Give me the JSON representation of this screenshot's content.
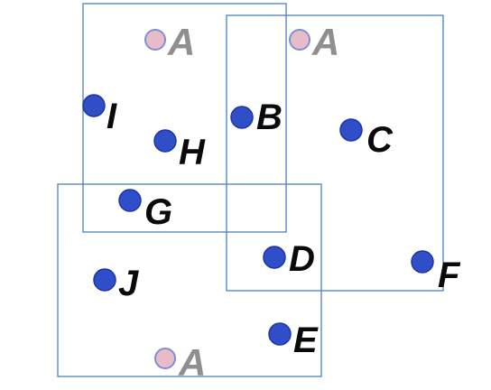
{
  "colors": {
    "box_stroke": "#4a7fc4",
    "point_fill": "#2f4ec8",
    "point_ring": "#1f36a3",
    "ghost_fill": "#e7bcc6",
    "ghost_ring": "#7d8fd8",
    "label": "#0a0a0a",
    "ghost_label": "#8f8f8f"
  },
  "points": [
    {
      "id": "I",
      "label": "I"
    },
    {
      "id": "H",
      "label": "H"
    },
    {
      "id": "B",
      "label": "B"
    },
    {
      "id": "C",
      "label": "C"
    },
    {
      "id": "G",
      "label": "G"
    },
    {
      "id": "D",
      "label": "D"
    },
    {
      "id": "F",
      "label": "F"
    },
    {
      "id": "J",
      "label": "J"
    },
    {
      "id": "E",
      "label": "E"
    }
  ],
  "ghost_points": [
    {
      "id": "A1",
      "label": "A"
    },
    {
      "id": "A2",
      "label": "A"
    },
    {
      "id": "A3",
      "label": "A"
    }
  ]
}
